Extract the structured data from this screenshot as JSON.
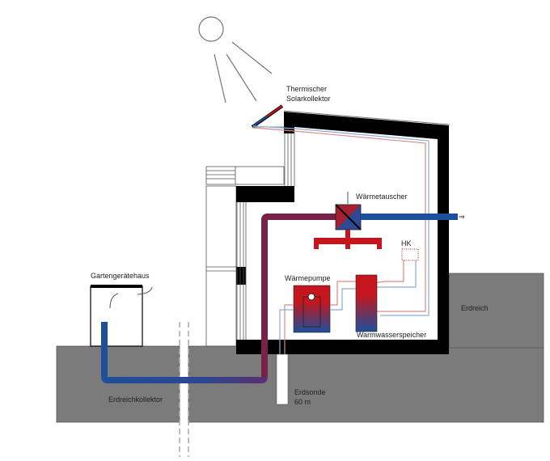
{
  "labels": {
    "solar_line1": "Thermischer",
    "solar_line2": "Solarkollektor",
    "heat_exchanger": "Wärmetauscher",
    "hk": "HK",
    "heat_pump": "Wärmepumpe",
    "hot_water_tank": "Warmwasserspeicher",
    "garden_shed": "Gartengerätehaus",
    "ground": "Erdreich",
    "ground_collector": "Erdreichkollektor",
    "probe_line1": "Erdsonde",
    "probe_line2": "60 m"
  },
  "colors": {
    "hot": "#c4161c",
    "cold": "#1d4f9c",
    "mixed": "#7a2147",
    "ground": "#7b7b7b",
    "wall": "#000000",
    "hot_line": "#d98a8a",
    "cold_line": "#8aaed6"
  }
}
